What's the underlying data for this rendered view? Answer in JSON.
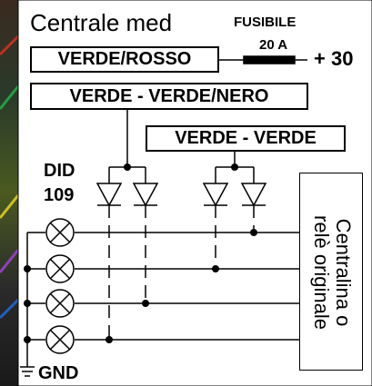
{
  "title": "Centrale med",
  "fuse": {
    "label": "FUSIBILE",
    "rating": "20 A",
    "supply": "+ 30"
  },
  "wires": {
    "fuse_input": "VERDE/ROSSO",
    "left_pair": "VERDE - VERDE/NERO",
    "right_pair": "VERDE - VERDE"
  },
  "diode_block": {
    "line1": "DID",
    "line2": "109"
  },
  "side_box": {
    "line1": "Centralina o",
    "line2": "relè originale"
  },
  "ground": "GND",
  "colors": {
    "line": "#000000",
    "background": "#ffffff",
    "photo_strip": "#1b2a1a"
  }
}
